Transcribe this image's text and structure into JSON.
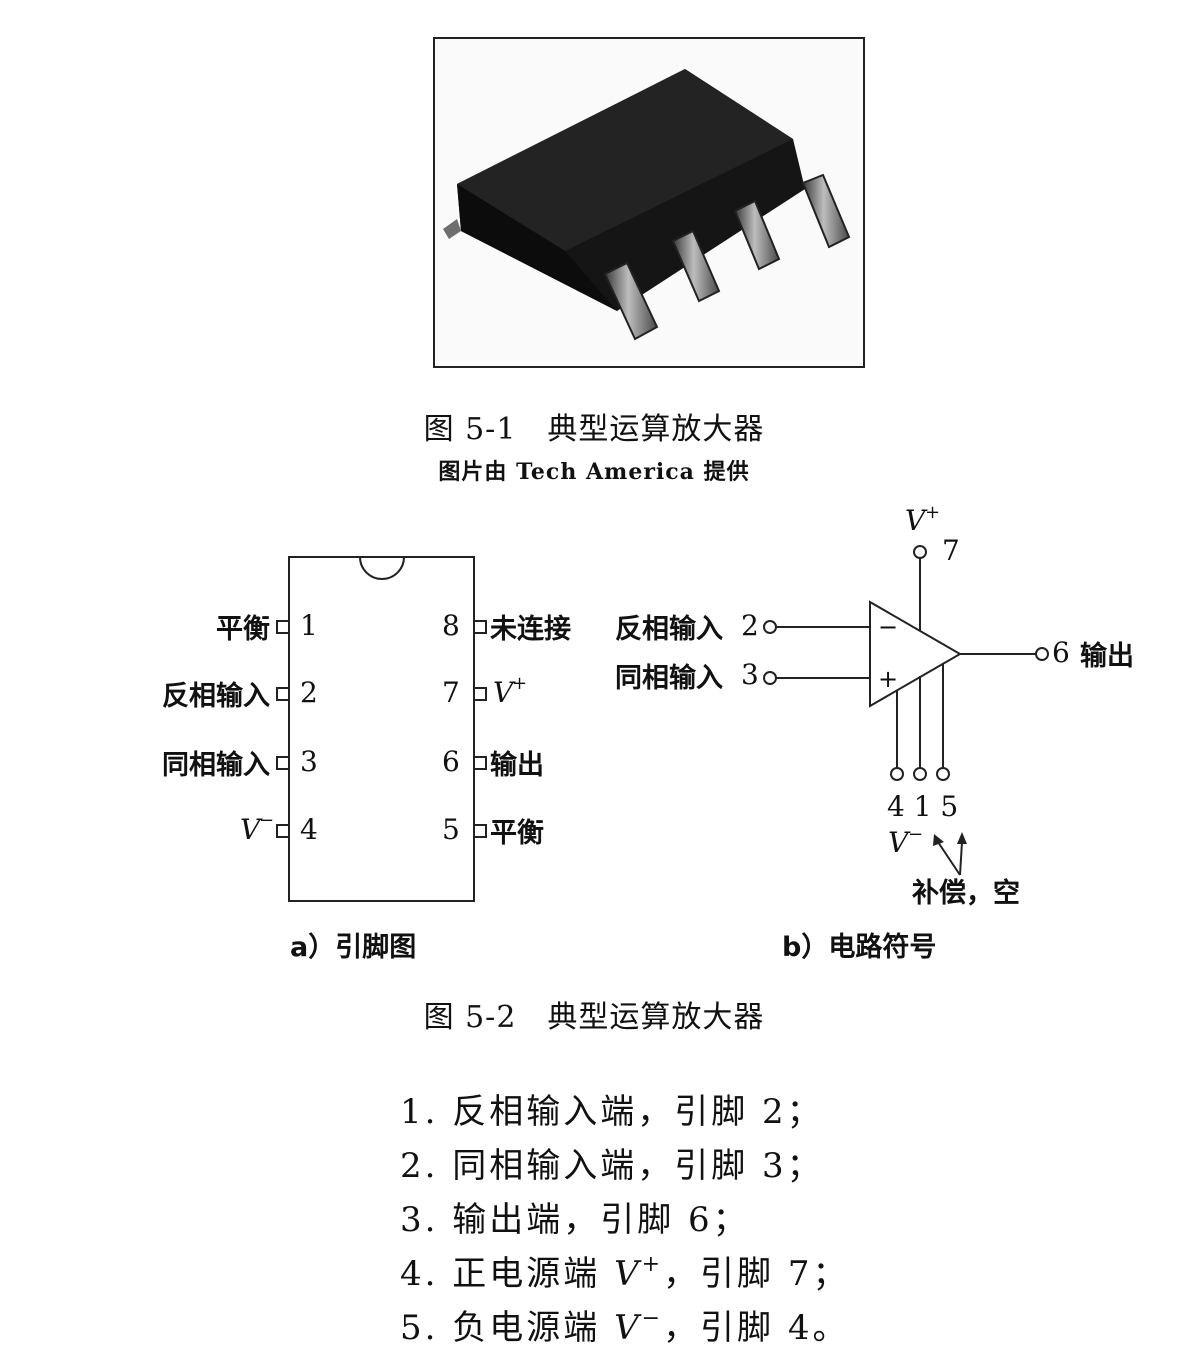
{
  "figure1": {
    "caption": "图 5-1　典型运算放大器",
    "credit": "图片由 Tech America 提供"
  },
  "figure2": {
    "caption": "图 5-2　典型运算放大器",
    "pinout": {
      "subcaption": "a）引脚图",
      "left_pins": [
        {
          "number": "1",
          "label": "平衡"
        },
        {
          "number": "2",
          "label": "反相输入"
        },
        {
          "number": "3",
          "label": "同相输入"
        },
        {
          "number": "4",
          "label": "V",
          "sup": "−"
        }
      ],
      "right_pins": [
        {
          "number": "8",
          "label": "未连接"
        },
        {
          "number": "7",
          "label": "V",
          "sup": "+"
        },
        {
          "number": "6",
          "label": "输出"
        },
        {
          "number": "5",
          "label": "平衡"
        }
      ]
    },
    "symbol": {
      "subcaption": "b）电路符号",
      "vplus_label": "V",
      "vplus_sup": "+",
      "vplus_pin": "7",
      "inverting_label": "反相输入",
      "inverting_pin": "2",
      "noninverting_label": "同相输入",
      "noninverting_pin": "3",
      "minus_sign": "−",
      "plus_sign": "+",
      "output_pin": "6",
      "output_label": "输出",
      "bottom_pins": "4 1 5",
      "vminus_label": "V",
      "vminus_sup": "−",
      "comp_label": "补偿，空"
    }
  },
  "pin_list": [
    {
      "prefix": "1. 反相输入端，引脚 2；"
    },
    {
      "prefix": "2. 同相输入端，引脚 3；"
    },
    {
      "prefix": "3. 输出端，引脚 6；"
    },
    {
      "prefix": "4. 正电源端 ",
      "var": "V",
      "sup": "+",
      "suffix": "，引脚 7；"
    },
    {
      "prefix": "5. 负电源端 ",
      "var": "V",
      "sup": "−",
      "suffix": "，引脚 4。"
    }
  ]
}
